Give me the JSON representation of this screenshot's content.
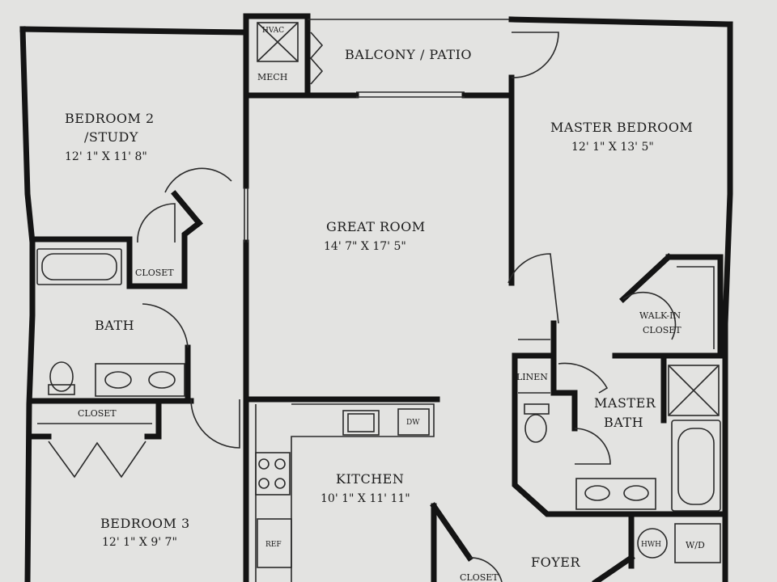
{
  "rooms": {
    "hvac": "HVAC",
    "mech": "MECH",
    "balcony": "BALCONY / PATIO",
    "bedroom2_line1": "BEDROOM 2",
    "bedroom2_line2": "/STUDY",
    "bedroom2_dim": "12' 1\" X 11' 8\"",
    "master_bedroom": "MASTER BEDROOM",
    "master_bedroom_dim": "12' 1\" X 13' 5\"",
    "great_room": "GREAT ROOM",
    "great_room_dim": "14' 7\" X 17' 5\"",
    "closet_bed2": "CLOSET",
    "bath": "BATH",
    "walk_in_line1": "WALK-IN",
    "walk_in_line2": "CLOSET",
    "linen": "LINEN",
    "master_bath_line1": "MASTER",
    "master_bath_line2": "BATH",
    "closet_bed3": "CLOSET",
    "dw": "DW",
    "kitchen": "KITCHEN",
    "kitchen_dim": "10' 1\" X 11' 11\"",
    "bedroom3": "BEDROOM 3",
    "bedroom3_dim": "12' 1\" X 9' 7\"",
    "ref": "REF",
    "hwh": "HWH",
    "wd": "W/D",
    "closet_foyer": "CLOSET",
    "foyer": "FOYER"
  }
}
